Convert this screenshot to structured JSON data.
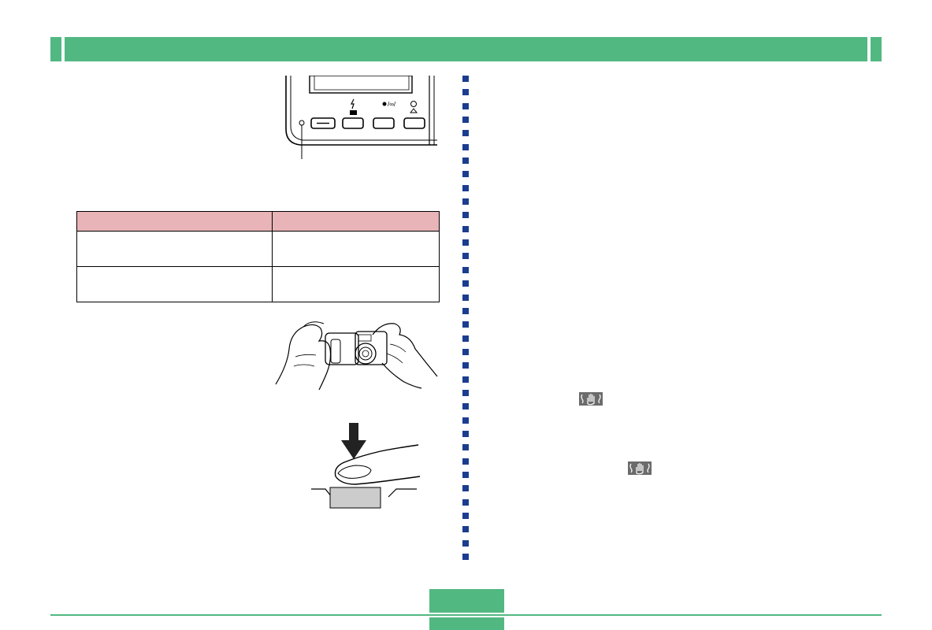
{
  "colors": {
    "brand_green": "#52b882",
    "table_header_pink": "#e8b4b8",
    "divider_blue": "#1a3d8f",
    "button_gray": "#cccccc"
  },
  "table": {
    "header": [
      "",
      ""
    ],
    "rows": [
      [
        "",
        ""
      ],
      [
        "",
        ""
      ]
    ]
  },
  "icons": [
    "camera-back-buttons-figure",
    "hands-holding-camera-figure",
    "finger-press-shutter-figure",
    "hand-shake-icon"
  ]
}
